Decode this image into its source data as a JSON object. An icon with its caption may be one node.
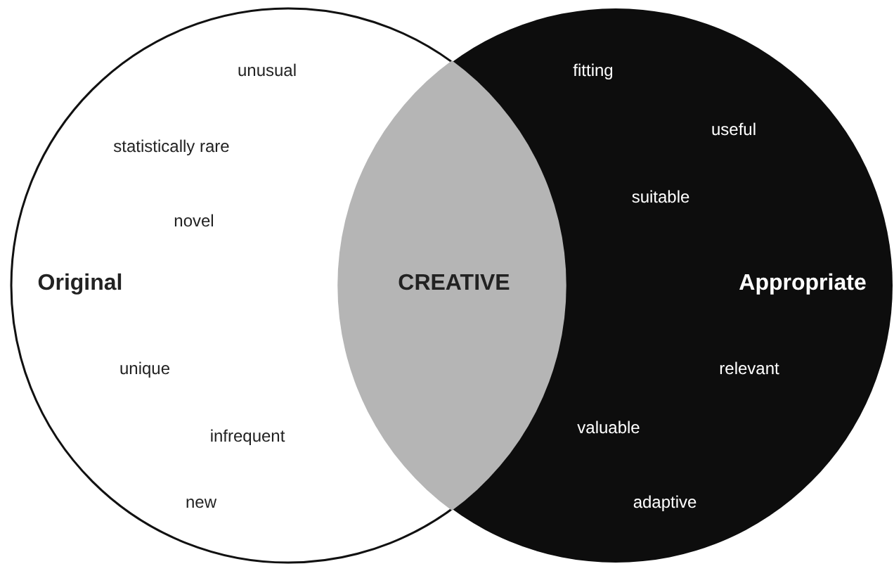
{
  "diagram": {
    "nodes": [
      {
        "text": [
          "unusual",
          "statistically rare",
          "novel",
          "Original",
          "unique",
          "infrequent",
          "new"
        ]
      },
      {
        "text": [
          "fitting",
          "useful",
          "suitable",
          "Appropriate",
          "relevant",
          "valuable",
          "adaptive"
        ]
      },
      {
        "text": [
          "CREATIVE"
        ]
      }
    ]
  }
}
